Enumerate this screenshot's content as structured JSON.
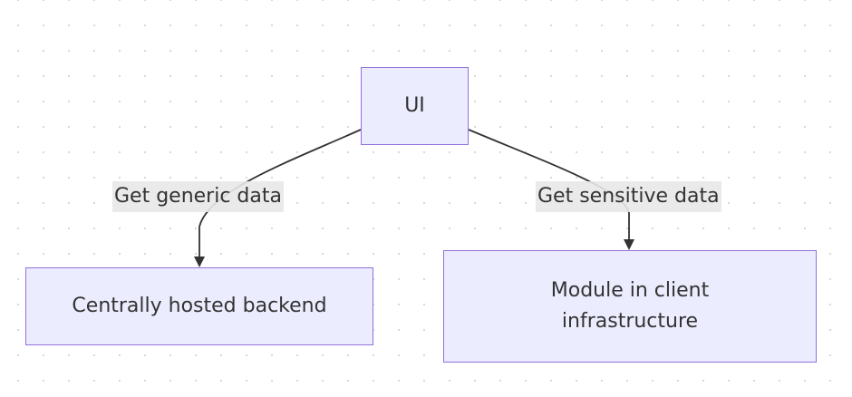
{
  "nodes": {
    "ui": {
      "label": "UI"
    },
    "backend": {
      "label": "Centrally hosted backend"
    },
    "module": {
      "label": "Module in client infrastructure"
    }
  },
  "edges": {
    "generic": {
      "label": "Get generic data",
      "from": "UI",
      "to": "Centrally hosted backend"
    },
    "sensitive": {
      "label": "Get sensitive data",
      "from": "UI",
      "to": "Module in client infrastructure"
    }
  },
  "colors": {
    "node_fill": "#ececff",
    "node_border": "#9370db",
    "edge": "#333333",
    "label_bg": "#e8e8e8",
    "text": "#333333"
  }
}
